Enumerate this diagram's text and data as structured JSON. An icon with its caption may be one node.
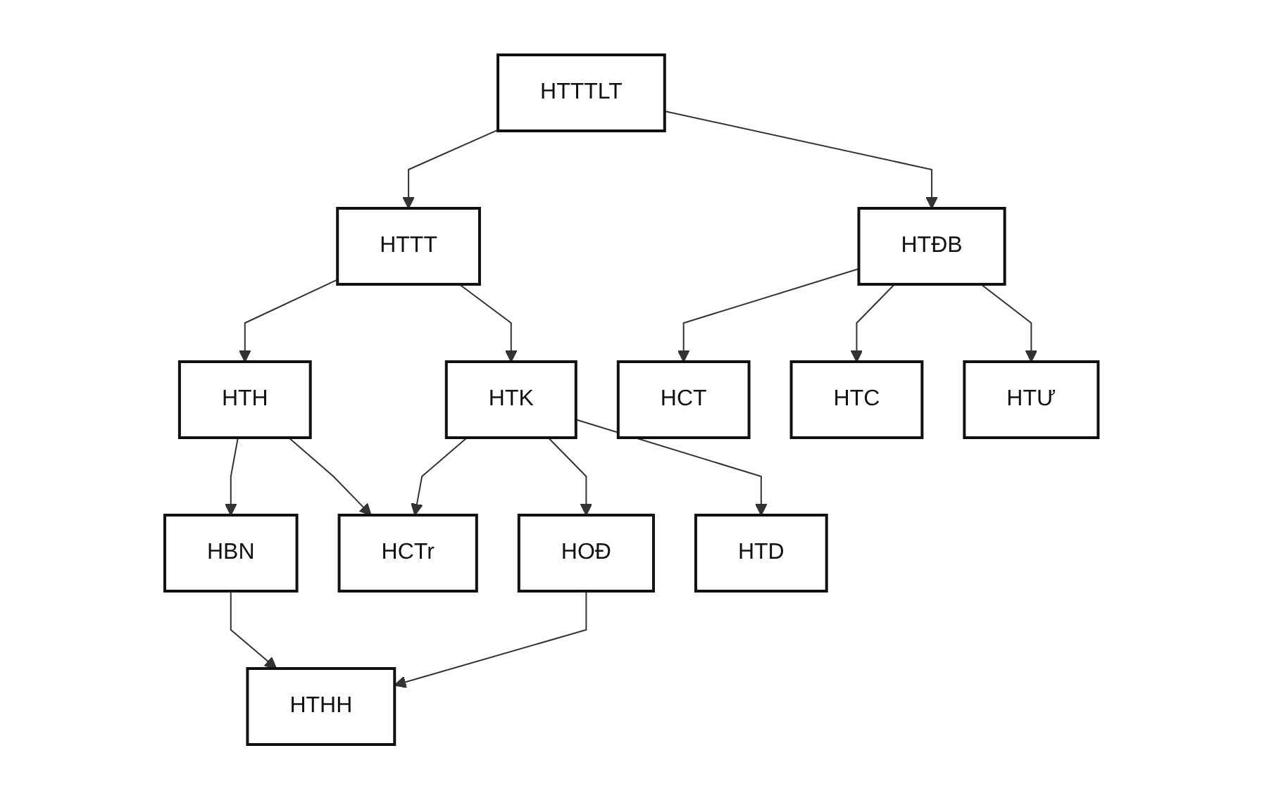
{
  "diagram": {
    "nodes": [
      {
        "text": [
          "HTTTLT"
        ]
      },
      {
        "text": [
          "HTTT"
        ]
      },
      {
        "text": [
          "HTĐB"
        ]
      },
      {
        "text": [
          "HTH"
        ]
      },
      {
        "text": [
          "HTK"
        ]
      },
      {
        "text": [
          "HCT"
        ]
      },
      {
        "text": [
          "HTC"
        ]
      },
      {
        "text": [
          "HTƯ"
        ]
      },
      {
        "text": [
          "HBN"
        ]
      },
      {
        "text": [
          "HCTr"
        ]
      },
      {
        "text": [
          "HOĐ"
        ]
      },
      {
        "text": [
          "HTD"
        ]
      },
      {
        "text": [
          "HTHH"
        ]
      }
    ],
    "edges": [
      {
        "from": 0,
        "to": 1,
        "arrow": "to"
      },
      {
        "from": 0,
        "to": 2,
        "arrow": "to"
      },
      {
        "from": 1,
        "to": 3,
        "arrow": "to"
      },
      {
        "from": 1,
        "to": 4,
        "arrow": "to"
      },
      {
        "from": 2,
        "to": 5,
        "arrow": "to"
      },
      {
        "from": 2,
        "to": 6,
        "arrow": "to"
      },
      {
        "from": 2,
        "to": 7,
        "arrow": "to"
      },
      {
        "from": 3,
        "to": 8,
        "arrow": "to"
      },
      {
        "from": 3,
        "to": 9,
        "arrow": "to"
      },
      {
        "from": 4,
        "to": 9,
        "arrow": "to"
      },
      {
        "from": 4,
        "to": 10,
        "arrow": "to"
      },
      {
        "from": 4,
        "to": 11,
        "arrow": "to"
      },
      {
        "from": 8,
        "to": 12,
        "arrow": "to"
      },
      {
        "from": 10,
        "to": 12,
        "arrow": "to"
      }
    ]
  }
}
